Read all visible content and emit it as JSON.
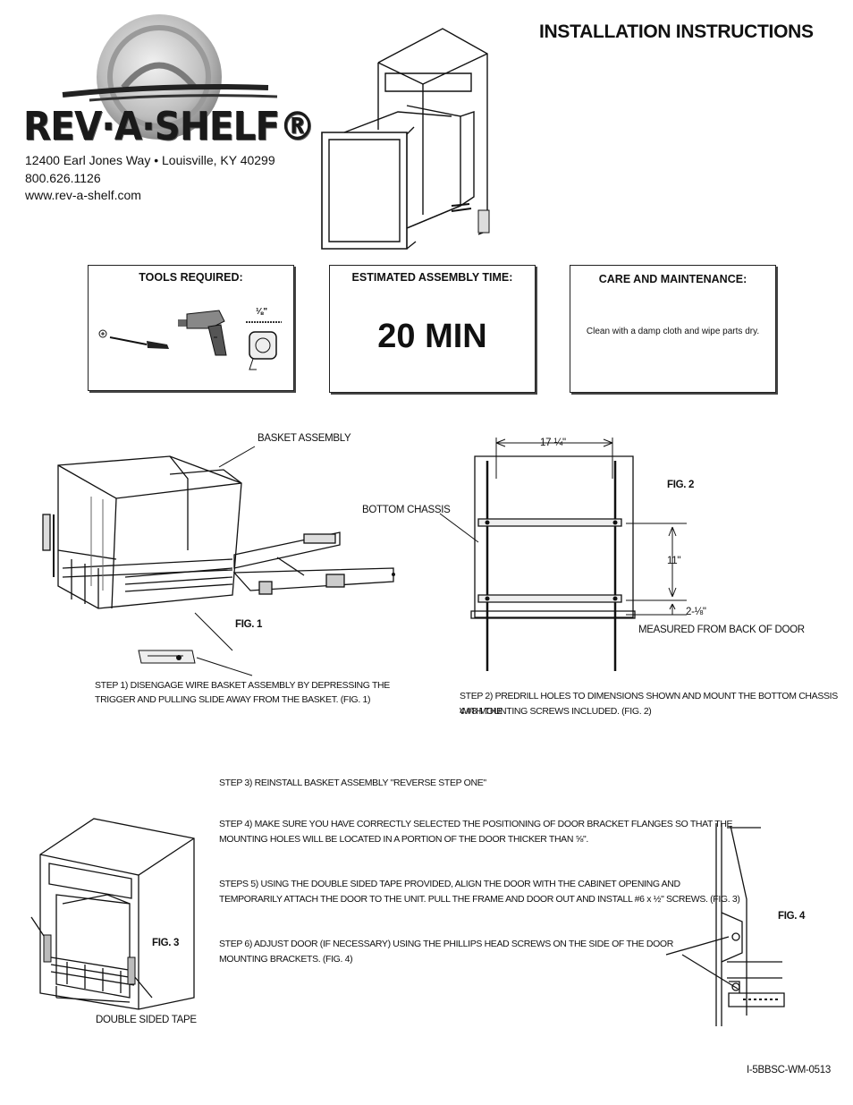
{
  "header": {
    "title": "INSTALLATION INSTRUCTIONS",
    "logo_text": "REV·A·SHELF®",
    "address": "12400 Earl Jones Way • Louisville, KY 40299",
    "phone": "800.626.1126",
    "website": "www.rev-a-shelf.com"
  },
  "tools": {
    "title": "TOOLS REQUIRED:",
    "drill_bit_size": "⅛\"",
    "items": [
      "screwdriver-icon",
      "drill-icon",
      "drill-bit-icon",
      "tape-measure-icon"
    ]
  },
  "assembly_time": {
    "title": "ESTIMATED ASSEMBLY TIME:",
    "value": "20 MIN"
  },
  "care": {
    "title": "CARE AND MAINTENANCE:",
    "text": "Clean with a damp cloth and wipe parts dry."
  },
  "fig1": {
    "label": "FIG. 1",
    "basket_label": "BASKET ASSEMBLY",
    "chassis_label": "BOTTOM CHASSIS"
  },
  "fig2": {
    "label": "FIG. 2",
    "width_dim": "17-¼\"",
    "height_dim": "11\"",
    "bottom_dim": "2-⅛\"",
    "note": "MEASURED FROM BACK OF DOOR"
  },
  "fig3": {
    "label": "FIG. 3",
    "tape_label": "DOUBLE SIDED TAPE"
  },
  "fig4": {
    "label": "FIG. 4"
  },
  "steps": {
    "step1_line1": "STEP 1) DISENGAGE WIRE BASKET ASSEMBLY BY DEPRESSING THE",
    "step1_line2": "TRIGGER AND PULLING SLIDE AWAY FROM THE BASKET. (FIG. 1)",
    "step2_line1": "STEP 2) PREDRILL HOLES TO DIMENSIONS SHOWN AND MOUNT THE BOTTOM CHASSIS WITH THE",
    "step2_line2": "4 #8 MOUNTING SCREWS INCLUDED. (FIG. 2)",
    "step3": "STEP 3) REINSTALL BASKET ASSEMBLY \"REVERSE STEP ONE\"",
    "step4_line1": "STEP 4)  MAKE SURE YOU HAVE CORRECTLY SELECTED THE POSITIONING OF DOOR BRACKET FLANGES SO  THAT THE",
    "step4_line2": "MOUNTING HOLES WILL BE LOCATED IN A PORTION OF THE DOOR THICKER THAN ⅝\".",
    "step5_line1": "STEPS 5) USING THE DOUBLE SIDED TAPE PROVIDED, ALIGN THE DOOR WITH THE CABINET OPENING AND",
    "step5_line2": "TEMPORARILY ATTACH THE DOOR TO THE UNIT. PULL THE FRAME AND DOOR OUT AND INSTALL #6 x ½\" SCREWS. (FIG. 3)",
    "step6_line1": "STEP 6) ADJUST DOOR (IF NECESSARY) USING THE PHILLIPS HEAD SCREWS ON THE SIDE OF THE DOOR",
    "step6_line2": "MOUNTING BRACKETS. (FIG. 4)"
  },
  "footer": {
    "doc_code": "I-5BBSC-WM-0513"
  }
}
